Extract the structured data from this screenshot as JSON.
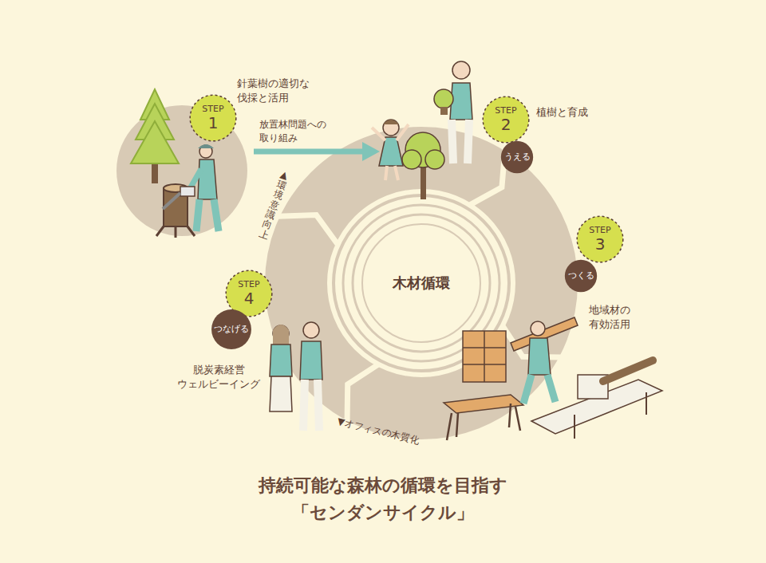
{
  "diagram": {
    "title": "持続可能な森林の循環を目指す 「センダンサイクル」",
    "nodes": [
      {
        "text": [
          "STEP",
          "1"
        ]
      },
      {
        "text": [
          "STEP",
          "2"
        ]
      },
      {
        "text": [
          "うえる"
        ]
      },
      {
        "text": [
          "STEP",
          "3"
        ]
      },
      {
        "text": [
          "つくる"
        ]
      },
      {
        "text": [
          "STEP",
          "4"
        ]
      },
      {
        "text": [
          "つなげる"
        ]
      },
      {
        "text": [
          "木材循環"
        ]
      }
    ],
    "labels": [
      "針葉樹の適切な 伐採と活用",
      "放置林問題への 取り組み",
      "▲環境意識向上",
      "植樹と育成",
      "地域材の 有効活用",
      "脱炭素経営 ウェルビーイング",
      "▼オフィスの木質化"
    ]
  }
}
